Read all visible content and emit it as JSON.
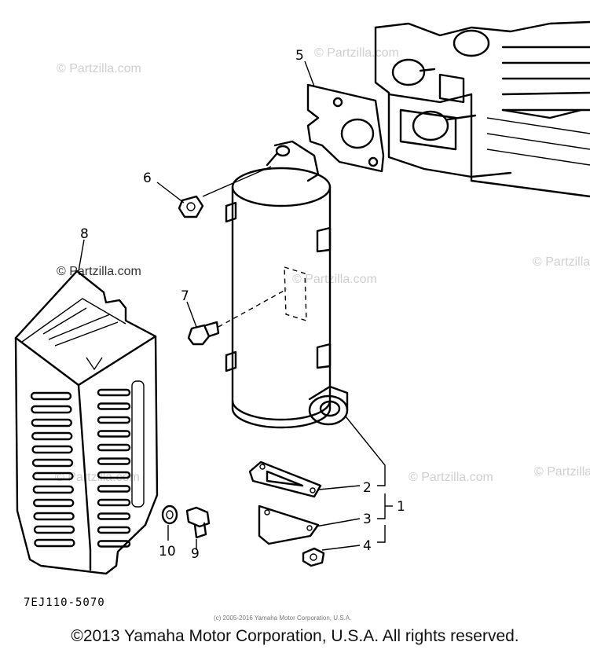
{
  "watermark": "© Partzilla.com",
  "callouts": {
    "c1": "1",
    "c2": "2",
    "c3": "3",
    "c4": "4",
    "c5": "5",
    "c6": "6",
    "c7": "7",
    "c8": "8",
    "c9": "9",
    "c10": "10"
  },
  "diagram_code": "7EJ110-5070",
  "small_copyright": "(c) 2005-2016 Yamaha Motor Corporation, U.S.A.",
  "footer": "©2013 Yamaha Motor Corporation, U.S.A. All rights reserved."
}
